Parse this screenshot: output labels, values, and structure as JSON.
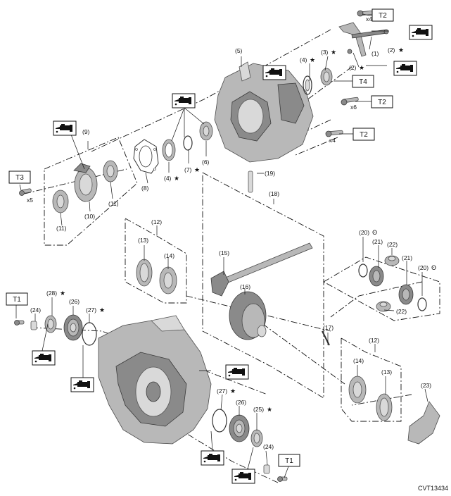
{
  "diagram_code": "CVT13434",
  "torque_labels": {
    "t1": "T1",
    "t2": "T2",
    "t3": "T3",
    "t4": "T4"
  },
  "quantities": {
    "x4": "x4",
    "x5": "x5",
    "x6": "x6"
  },
  "part_labels": {
    "p1": "(1)",
    "p2": "(2)",
    "p3": "(3)",
    "p4": "(4)",
    "p5": "(5)",
    "p6": "(6)",
    "p7": "(7)",
    "p8": "(8)",
    "p9": "(9)",
    "p10": "(10)",
    "p11": "(11)",
    "p12": "(12)",
    "p13": "(13)",
    "p14": "(14)",
    "p15": "(15)",
    "p16": "(16)",
    "p17": "(17)",
    "p18": "(18)",
    "p19": "(19)",
    "p20": "(20)",
    "p21": "(21)",
    "p22": "(22)",
    "p23": "(23)",
    "p24": "(24)",
    "p25": "(25)",
    "p26": "(26)",
    "p27": "(27)",
    "p28": "(28)"
  },
  "marks": {
    "star": "★",
    "replace": "ʘ"
  },
  "icons": {
    "oil_can": "oil-can-icon"
  }
}
